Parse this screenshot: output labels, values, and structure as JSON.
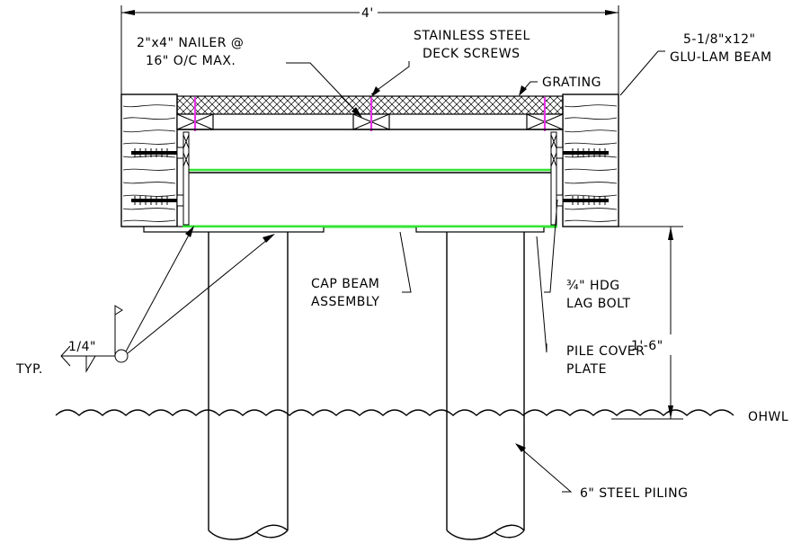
{
  "labels": {
    "width_dim": "4'",
    "nailer_1": "2\"x4\" NAILER @",
    "nailer_2": "16\" O/C MAX.",
    "screws_1": "STAINLESS STEEL",
    "screws_2": "DECK SCREWS",
    "grating": "GRATING",
    "beam_1": "5-1/8\"x12\"",
    "beam_2": "GLU-LAM BEAM",
    "cap_1": "CAP BEAM",
    "cap_2": "ASSEMBLY",
    "lag_1": "¾\" HDG",
    "lag_2": "LAG BOLT",
    "height_dim": "1'-6\"",
    "cover_1": "PILE COVER",
    "cover_2": "PLATE",
    "typ": "TYP.",
    "weld": "1/4\"",
    "ohwl": "OHWL",
    "piling": "6\" STEEL PILING"
  },
  "colors": {
    "line": "#000000",
    "cap_beam_highlight": "#33e633",
    "screw_highlight": "#e633e6",
    "background": "#ffffff"
  }
}
